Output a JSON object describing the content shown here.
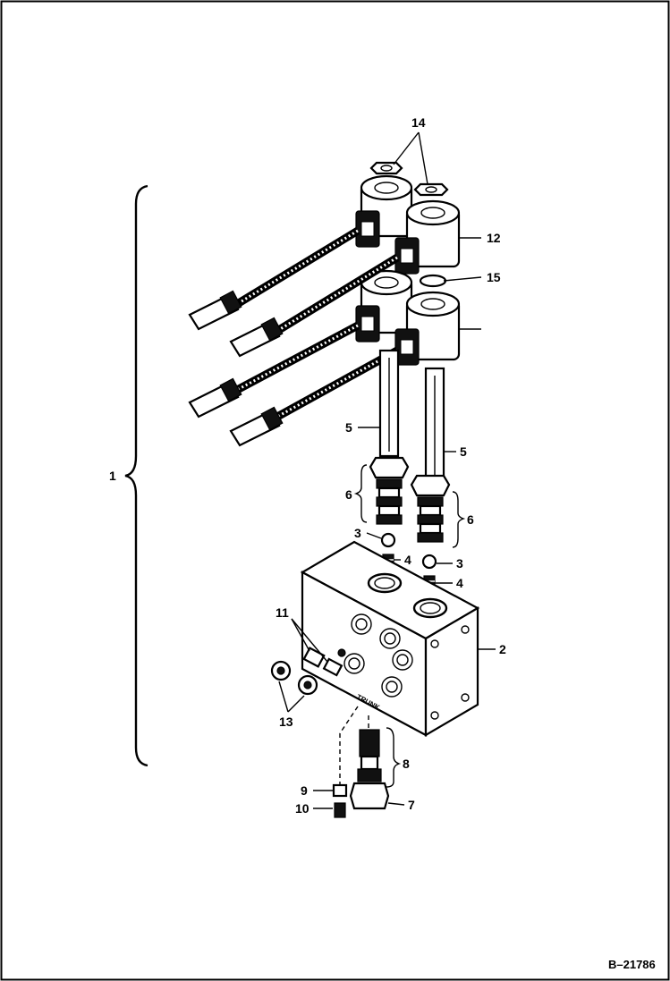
{
  "figure_id": "B–21786",
  "callouts": {
    "c1": "1",
    "c2": "2",
    "c3a": "3",
    "c3b": "3",
    "c4a": "4",
    "c4b": "4",
    "c5a": "5",
    "c5b": "5",
    "c6a": "6",
    "c6b": "6",
    "c7": "7",
    "c8": "8",
    "c9": "9",
    "c10": "10",
    "c11": "11",
    "c12": "12",
    "c13": "13",
    "c14": "14",
    "c15": "15"
  },
  "block_stamp": "TRUNK"
}
